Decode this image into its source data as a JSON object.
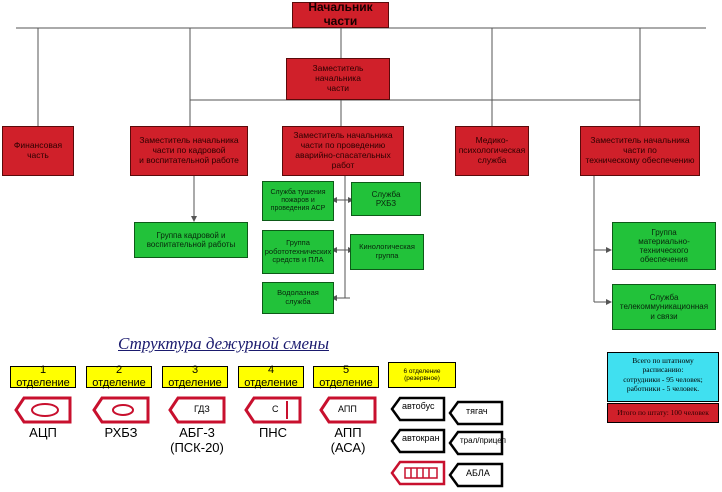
{
  "org_chart": {
    "chief": "Начальник части",
    "deputy": "Заместитель начальника\nчасти",
    "departments": [
      "Финансовая\nчасть",
      "Заместитель начальника\nчасти по кадровой\nи воспитательной работе",
      "Заместитель начальника\nчасти по проведению\nаварийно-спасательных работ",
      "Медико-\nпсихологическая\nслужба",
      "Заместитель начальника\nчасти по\nтехническому обеспечению"
    ],
    "hr_group": "Группа кадровой и\nвоспитательной работы",
    "rescue_units": {
      "fire_asr": "Служба тушения\nпожаров и\nпроведения АСР",
      "rkhbz": "Служба\nРХБЗ",
      "robotics": "Группа\nробототехнических\nсредств и ПЛА",
      "canine": "Кинологическая\nгруппа",
      "diving": "Водолазная\nслужба"
    },
    "tech_units": {
      "logistics": "Группа\nматериально-технического\nобеспечения",
      "telecom": "Служба\nтелекоммуникационная\nи связи"
    }
  },
  "shift": {
    "title": "Структура дежурной смены",
    "sections": [
      "1 отделение",
      "2 отделение",
      "3 отделение",
      "4 отделение",
      "5 отделение"
    ],
    "reserve_section": "6 отделение\n(резервное)",
    "vehicles": [
      {
        "tag": "",
        "label": "АЦП"
      },
      {
        "tag": "",
        "label": "РХБЗ"
      },
      {
        "tag": "ГДЗ",
        "label": "АБГ-3\n(ПСК-20)"
      },
      {
        "tag": "С",
        "label": "ПНС"
      },
      {
        "tag": "АПП",
        "label": "АПП\n(АСА)"
      }
    ],
    "reserve_vehicles": [
      "автобус",
      "тягач",
      "автокран",
      "трал/прицеп",
      "",
      "АБЛА"
    ]
  },
  "staff_info": {
    "text": "Всего по штатному расписанию:\nсотрудники - 95 человек;\nработники - 5 человек.",
    "total": "Итого по штату: 100 человек"
  },
  "colors": {
    "red_box": "#d0202a",
    "green_box": "#22c23a",
    "yellow_box": "#ffff00",
    "info_cyan": "#40e0f0",
    "total_red": "#d0202a",
    "line": "#555555",
    "vehicle_red": "#c8102e"
  }
}
